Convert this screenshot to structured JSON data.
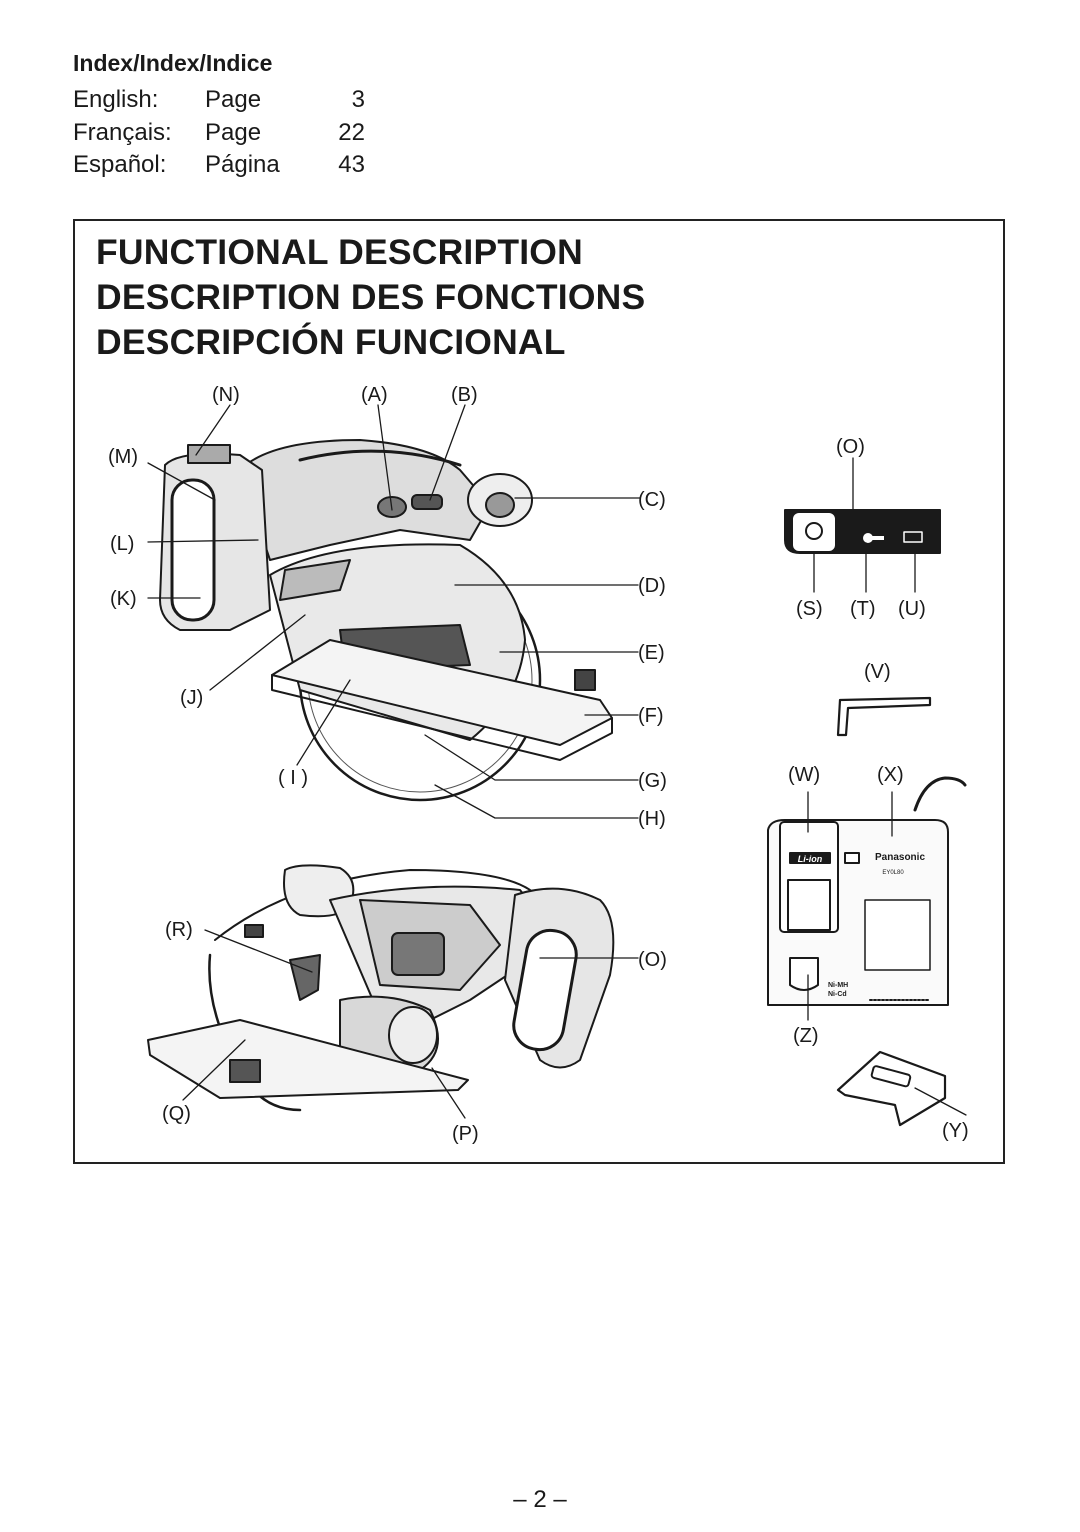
{
  "index": {
    "title": "Index/Index/Indice",
    "rows": [
      {
        "language": "English:",
        "page_word": "Page",
        "page_number": "3"
      },
      {
        "language": "Français:",
        "page_word": "Page",
        "page_number": "22"
      },
      {
        "language": "Español:",
        "page_word": "Página",
        "page_number": "43"
      }
    ]
  },
  "section_titles": [
    "FUNCTIONAL DESCRIPTION",
    "DESCRIPTION DES FONCTIONS",
    "DESCRIPCIÓN FUNCIONAL"
  ],
  "callouts": {
    "N": "(N)",
    "A": "(A)",
    "B": "(B)",
    "M": "(M)",
    "L": "(L)",
    "K": "(K)",
    "J": "(J)",
    "I": "( I )",
    "C": "(C)",
    "D": "(D)",
    "E": "(E)",
    "F": "(F)",
    "G": "(G)",
    "H": "(H)",
    "O": "(O)",
    "S": "(S)",
    "T": "(T)",
    "U": "(U)",
    "V": "(V)",
    "W": "(W)",
    "X": "(X)",
    "Z": "(Z)",
    "Y": "(Y)",
    "R": "(R)",
    "O2": "(O)",
    "Q": "(Q)",
    "P": "(P)"
  },
  "charger_text": {
    "battery_type": "Li-ion",
    "brand": "Panasonic",
    "model": "EY0L80",
    "compat_line1": "Ni-MH",
    "compat_line2": "Ni-Cd"
  },
  "page_number": "– 2 –"
}
